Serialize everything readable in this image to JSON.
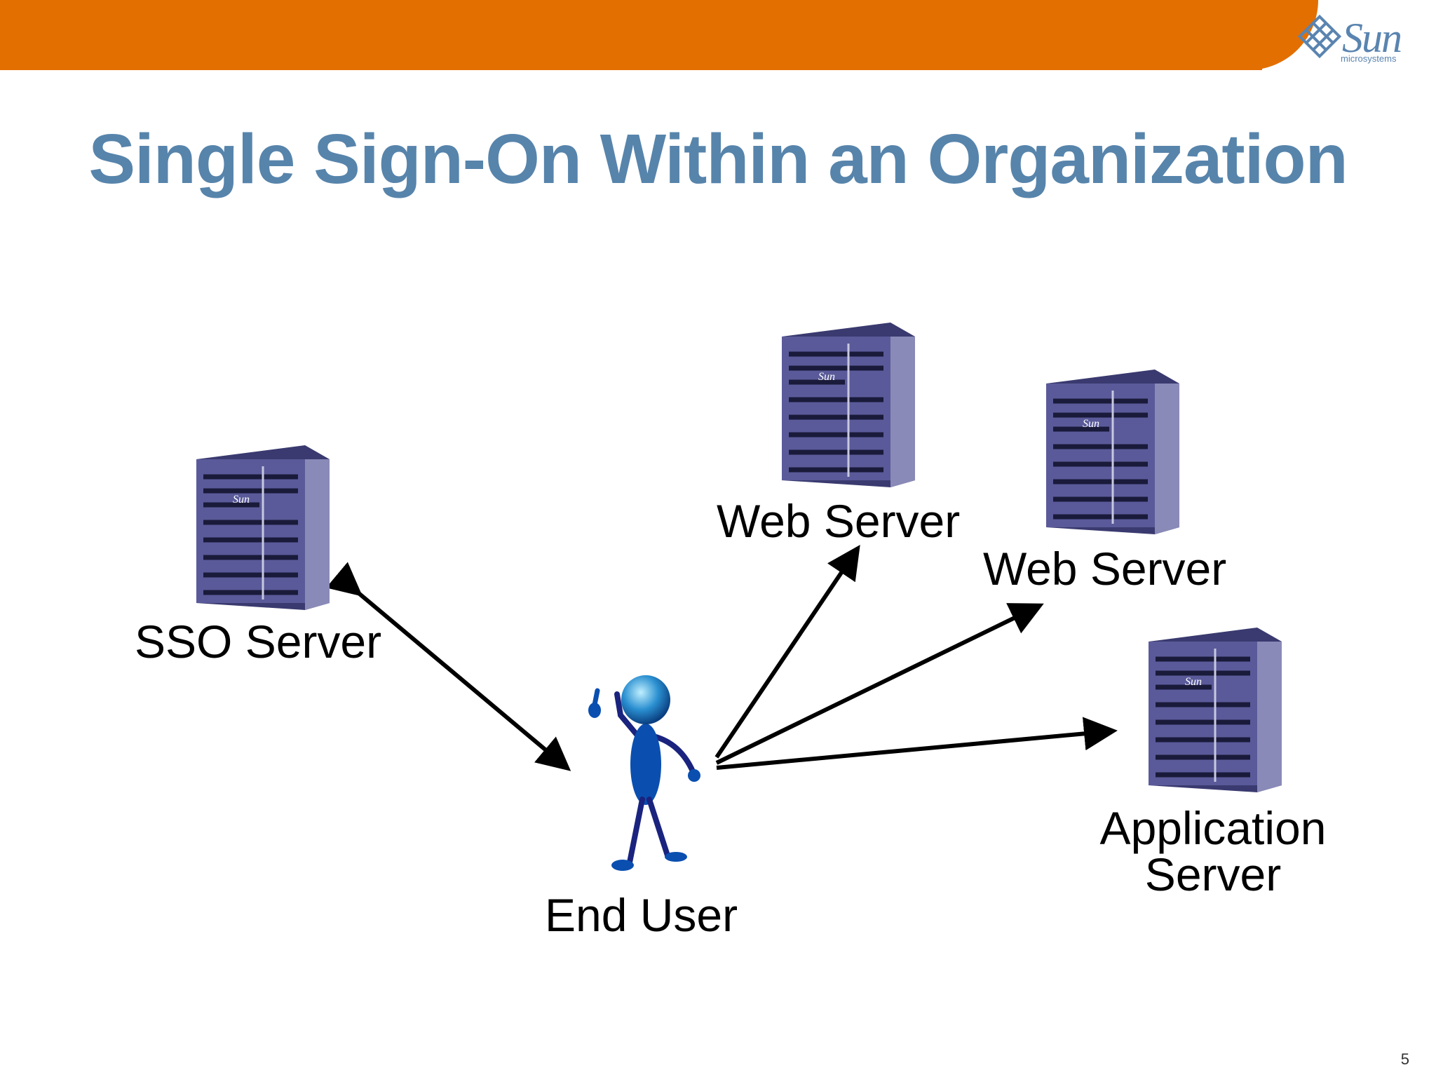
{
  "slide": {
    "title": "Single Sign-On Within an Organization",
    "page_number": "5"
  },
  "logo": {
    "word": "Sun",
    "sub": "microsystems"
  },
  "server_badge": "Sun",
  "nodes": {
    "sso_server": "SSO Server",
    "web_server_1": "Web Server",
    "web_server_2": "Web Server",
    "app_server_line1": "Application",
    "app_server_line2": "Server",
    "end_user": "End User"
  },
  "colors": {
    "header": "#e36f00",
    "title": "#5784ab",
    "server_body": "#4f4f8f",
    "user_body": "#0a4fb0"
  }
}
